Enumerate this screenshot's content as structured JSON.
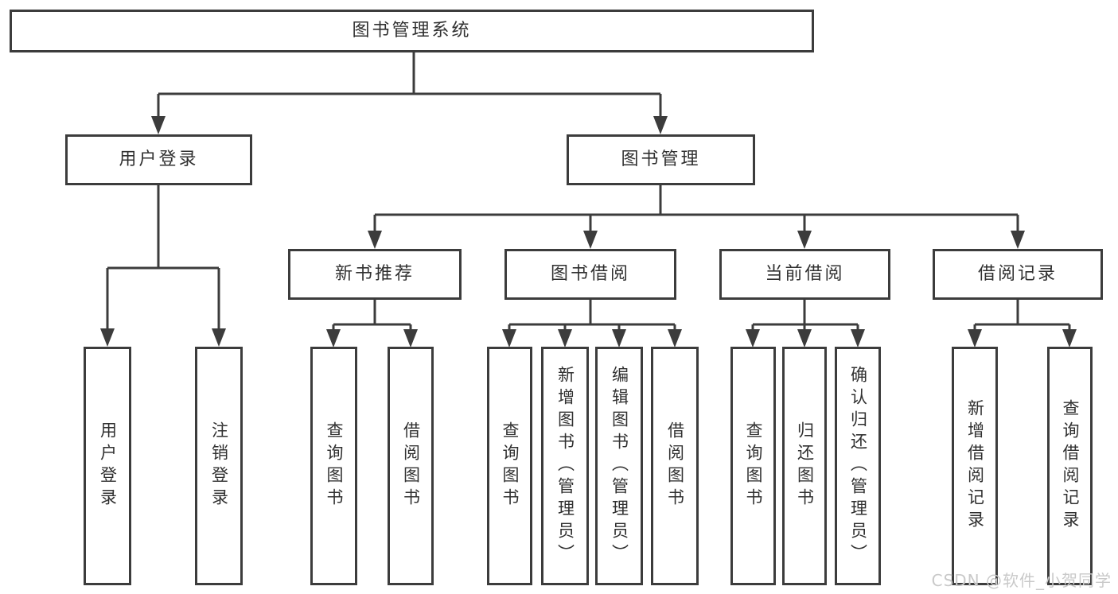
{
  "nodes": {
    "root": "图书管理系统",
    "user_login_branch": "用户登录",
    "book_management_branch": "图书管理",
    "new_book_recommend": "新书推荐",
    "book_borrowing": "图书借阅",
    "current_borrowing": "当前借阅",
    "borrowing_records": "借阅记录",
    "leaf_user_login": "用户登录",
    "leaf_logout": "注销登录",
    "leaf_recommend_query_books": "查询图书",
    "leaf_recommend_borrow_books": "借阅图书",
    "leaf_borrowing_query_books": "查询图书",
    "leaf_borrowing_add_books_admin": "新增图书（管理员）",
    "leaf_borrowing_edit_books_admin": "编辑图书（管理员）",
    "leaf_borrowing_borrow_books": "借阅图书",
    "leaf_current_query_books": "查询图书",
    "leaf_current_return_books": "归还图书",
    "leaf_current_confirm_return_admin": "确认归还（管理员）",
    "leaf_records_add_record": "新增借阅记录",
    "leaf_records_query_record": "查询借阅记录"
  },
  "watermark": "CSDN @软件_小贺同学",
  "colors": {
    "line": "#3c3c3c",
    "text": "#303030",
    "watermark": "#c9c9c9",
    "background": "#ffffff"
  }
}
